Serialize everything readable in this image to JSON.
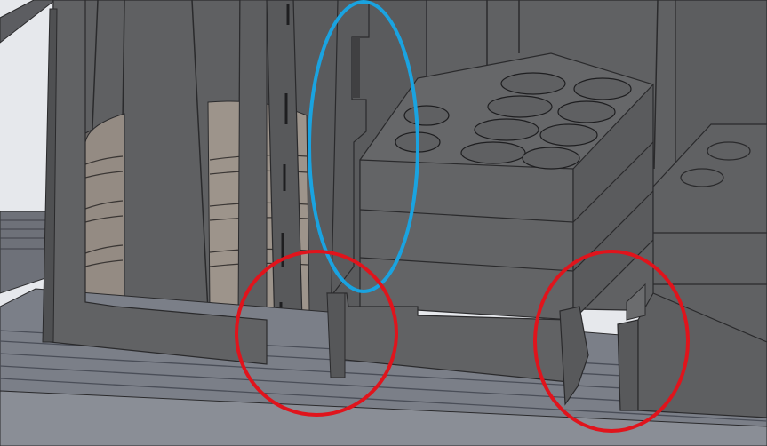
{
  "scene": {
    "kind": "cad-render",
    "subject": "racks",
    "colors": {
      "background": "#e6e8ec",
      "panel_dark": "#5b5b5d",
      "panel_mid": "#666668",
      "panel_light": "#707072",
      "edge": "#2a2a2c",
      "rail": "#7b7f88",
      "rail_dark": "#4a4e58",
      "beige": "#9b9189",
      "annotation_blue": "#1aa3e0",
      "annotation_red": "#e0141c"
    },
    "annotations": [
      {
        "shape": "ellipse",
        "color": "blue"
      },
      {
        "shape": "circle",
        "color": "red"
      },
      {
        "shape": "circle",
        "color": "red"
      }
    ]
  }
}
